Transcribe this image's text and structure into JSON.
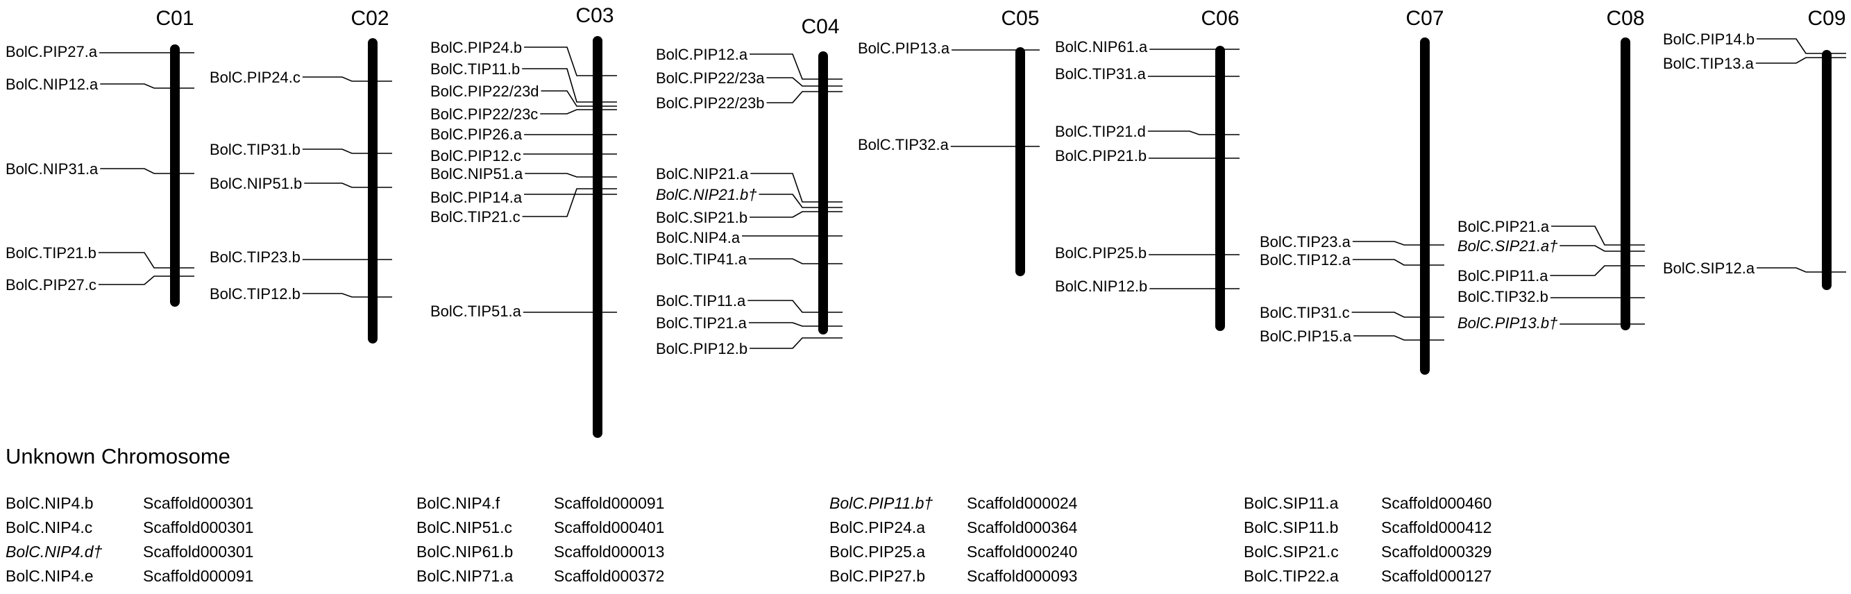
{
  "chromosomes": [
    {
      "id": "C01",
      "genes": [
        {
          "label": "BolC.PIP27.a",
          "italic": false
        },
        {
          "label": "BolC.NIP12.a",
          "italic": false
        },
        {
          "label": "BolC.NIP31.a",
          "italic": false
        },
        {
          "label": "BolC.TIP21.b",
          "italic": false
        },
        {
          "label": "BolC.PIP27.c",
          "italic": false
        }
      ]
    },
    {
      "id": "C02",
      "genes": [
        {
          "label": "BolC.PIP24.c",
          "italic": false
        },
        {
          "label": "BolC.TIP31.b",
          "italic": false
        },
        {
          "label": "BolC.NIP51.b",
          "italic": false
        },
        {
          "label": "BolC.TIP23.b",
          "italic": false
        },
        {
          "label": "BolC.TIP12.b",
          "italic": false
        }
      ]
    },
    {
      "id": "C03",
      "genes": [
        {
          "label": "BolC.PIP24.b",
          "italic": false
        },
        {
          "label": "BolC.TIP11.b",
          "italic": false
        },
        {
          "label": "BolC.PIP22/23d",
          "italic": false
        },
        {
          "label": "BolC.PIP22/23c",
          "italic": false
        },
        {
          "label": "BolC.PIP26.a",
          "italic": false
        },
        {
          "label": "BolC.PIP12.c",
          "italic": false
        },
        {
          "label": "BolC.NIP51.a",
          "italic": false
        },
        {
          "label": "BolC.PIP14.a",
          "italic": false
        },
        {
          "label": "BolC.TIP21.c",
          "italic": false
        },
        {
          "label": "BolC.TIP51.a",
          "italic": false
        }
      ]
    },
    {
      "id": "C04",
      "genes": [
        {
          "label": "BolC.PIP12.a",
          "italic": false
        },
        {
          "label": "BolC.PIP22/23a",
          "italic": false
        },
        {
          "label": "BolC.PIP22/23b",
          "italic": false
        },
        {
          "label": "BolC.NIP21.a",
          "italic": false
        },
        {
          "label": "BolC.NIP21.b†",
          "italic": true
        },
        {
          "label": "BolC.SIP21.b",
          "italic": false
        },
        {
          "label": "BolC.NIP4.a",
          "italic": false
        },
        {
          "label": "BolC.TIP41.a",
          "italic": false
        },
        {
          "label": "BolC.TIP11.a",
          "italic": false
        },
        {
          "label": "BolC.TIP21.a",
          "italic": false
        },
        {
          "label": "BolC.PIP12.b",
          "italic": false
        }
      ]
    },
    {
      "id": "C05",
      "genes": [
        {
          "label": "BolC.PIP13.a",
          "italic": false
        },
        {
          "label": "BolC.TIP32.a",
          "italic": false
        }
      ]
    },
    {
      "id": "C06",
      "genes": [
        {
          "label": "BolC.NIP61.a",
          "italic": false
        },
        {
          "label": "BolC.TIP31.a",
          "italic": false
        },
        {
          "label": "BolC.TIP21.d",
          "italic": false
        },
        {
          "label": "BolC.PIP21.b",
          "italic": false
        },
        {
          "label": "BolC.PIP25.b",
          "italic": false
        },
        {
          "label": "BolC.NIP12.b",
          "italic": false
        }
      ]
    },
    {
      "id": "C07",
      "genes": [
        {
          "label": "BolC.TIP23.a",
          "italic": false
        },
        {
          "label": "BolC.TIP12.a",
          "italic": false
        },
        {
          "label": "BolC.TIP31.c",
          "italic": false
        },
        {
          "label": "BolC.PIP15.a",
          "italic": false
        }
      ]
    },
    {
      "id": "C08",
      "genes": [
        {
          "label": "BolC.PIP21.a",
          "italic": false
        },
        {
          "label": "BolC.SIP21.a†",
          "italic": true
        },
        {
          "label": "BolC.PIP11.a",
          "italic": false
        },
        {
          "label": "BolC.TIP32.b",
          "italic": false
        },
        {
          "label": "BolC.PIP13.b†",
          "italic": true
        }
      ]
    },
    {
      "id": "C09",
      "genes": [
        {
          "label": "BolC.PIP14.b",
          "italic": false
        },
        {
          "label": "BolC.TIP13.a",
          "italic": false
        },
        {
          "label": "BolC.SIP12.a",
          "italic": false
        }
      ]
    }
  ],
  "unknown": {
    "heading": "Unknown Chromosome",
    "columns": [
      [
        {
          "gene": "BolC.NIP4.b",
          "scaffold": "Scaffold000301",
          "italic": false
        },
        {
          "gene": "BolC.NIP4.c",
          "scaffold": "Scaffold000301",
          "italic": false
        },
        {
          "gene": "BolC.NIP4.d†",
          "scaffold": "Scaffold000301",
          "italic": true
        },
        {
          "gene": "BolC.NIP4.e",
          "scaffold": "Scaffold000091",
          "italic": false
        }
      ],
      [
        {
          "gene": "BolC.NIP4.f",
          "scaffold": "Scaffold000091",
          "italic": false
        },
        {
          "gene": "BolC.NIP51.c",
          "scaffold": "Scaffold000401",
          "italic": false
        },
        {
          "gene": "BolC.NIP61.b",
          "scaffold": "Scaffold000013",
          "italic": false
        },
        {
          "gene": "BolC.NIP71.a",
          "scaffold": "Scaffold000372",
          "italic": false
        }
      ],
      [
        {
          "gene": "BolC.PIP11.b†",
          "scaffold": "Scaffold000024",
          "italic": true
        },
        {
          "gene": "BolC.PIP24.a",
          "scaffold": "Scaffold000364",
          "italic": false
        },
        {
          "gene": "BolC.PIP25.a",
          "scaffold": "Scaffold000240",
          "italic": false
        },
        {
          "gene": "BolC.PIP27.b",
          "scaffold": "Scaffold000093",
          "italic": false
        }
      ],
      [
        {
          "gene": "BolC.SIP11.a",
          "scaffold": "Scaffold000460",
          "italic": false
        },
        {
          "gene": "BolC.SIP11.b",
          "scaffold": "Scaffold000412",
          "italic": false
        },
        {
          "gene": "BolC.SIP21.c",
          "scaffold": "Scaffold000329",
          "italic": false
        },
        {
          "gene": "BolC.TIP22.a",
          "scaffold": "Scaffold000127",
          "italic": false
        }
      ]
    ]
  }
}
